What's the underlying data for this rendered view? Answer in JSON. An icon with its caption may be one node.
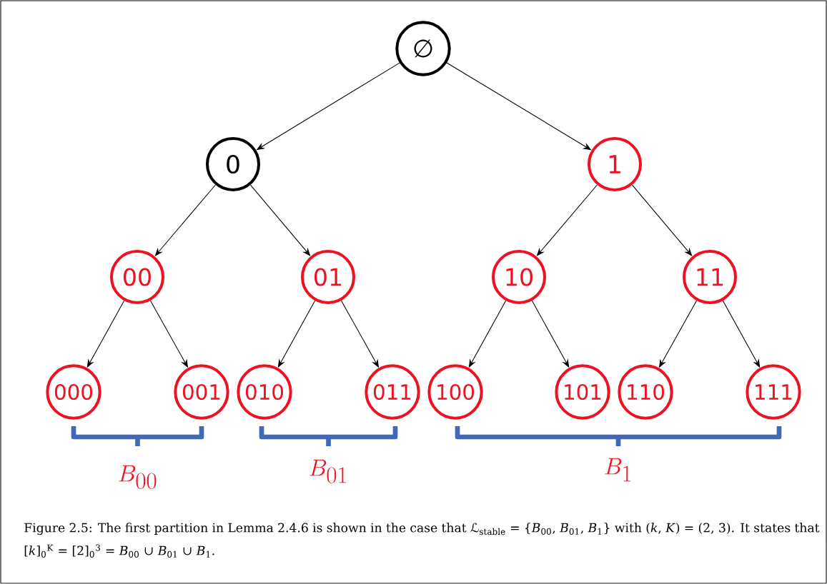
{
  "diagram": {
    "caption": "Figure 2.5: The first partition in Lemma 2.4.6 is shown in the case that ℒ$_{stable}$ = {*B*$_{00}$, *B*$_{01}$, *B*$_{1}$} with (*k*, *K*) = (2, 3). It states that [*k*]$_{0}$$^{K}$ = [2]$_{0}$$^{3}$ = *B*$_{00}$ ∪ *B*$_{01}$ ∪ *B*$_{1}$.",
    "nodes": [
      {
        "text": [
          "∅"
        ]
      },
      {
        "text": [
          "0"
        ]
      },
      {
        "text": [
          "1"
        ]
      },
      {
        "text": [
          "00"
        ]
      },
      {
        "text": [
          "01"
        ]
      },
      {
        "text": [
          "10"
        ]
      },
      {
        "text": [
          "11"
        ]
      },
      {
        "text": [
          "000"
        ]
      },
      {
        "text": [
          "001"
        ]
      },
      {
        "text": [
          "010"
        ]
      },
      {
        "text": [
          "011"
        ]
      },
      {
        "text": [
          "100"
        ]
      },
      {
        "text": [
          "101"
        ]
      },
      {
        "text": [
          "110"
        ]
      },
      {
        "text": [
          "111"
        ]
      }
    ],
    "edges": [
      {
        "from": 0,
        "to": 1,
        "arrow": "to"
      },
      {
        "from": 0,
        "to": 2,
        "arrow": "to"
      },
      {
        "from": 1,
        "to": 3,
        "arrow": "to"
      },
      {
        "from": 1,
        "to": 4,
        "arrow": "to"
      },
      {
        "from": 2,
        "to": 5,
        "arrow": "to"
      },
      {
        "from": 2,
        "to": 6,
        "arrow": "to"
      },
      {
        "from": 3,
        "to": 7,
        "arrow": "to"
      },
      {
        "from": 3,
        "to": 8,
        "arrow": "to"
      },
      {
        "from": 4,
        "to": 9,
        "arrow": "to"
      },
      {
        "from": 4,
        "to": 10,
        "arrow": "to"
      },
      {
        "from": 5,
        "to": 11,
        "arrow": "to"
      },
      {
        "from": 5,
        "to": 12,
        "arrow": "to"
      },
      {
        "from": 6,
        "to": 13,
        "arrow": "to"
      },
      {
        "from": 6,
        "to": 14,
        "arrow": "to"
      }
    ],
    "labels": [
      "B_{00}",
      "B_{01}",
      "B_{1}"
    ]
  }
}
